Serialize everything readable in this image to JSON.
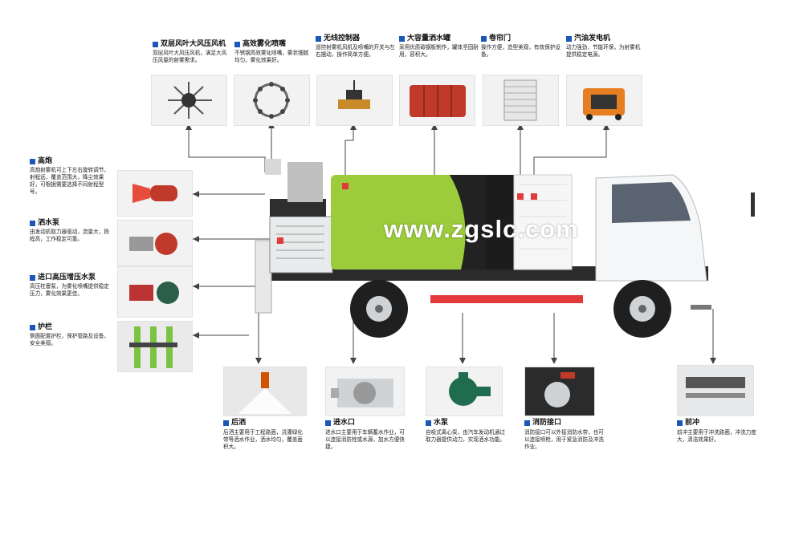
{
  "colors": {
    "accent": "#1a57b8",
    "tank_green": "#9ccc3c",
    "cab_white": "#f4f6f8",
    "chassis_dark": "#2b2b2b",
    "marker": "#e23a3a"
  },
  "watermark": "www.zgslc.com",
  "top": [
    {
      "title": "双层风叶大风压风机",
      "text": "双层风叶大风压风机，满足大风压风量的射雾需求。",
      "icon": "fan-impeller-icon"
    },
    {
      "title": "高效雾化喷嘴",
      "text": "不锈钢高效雾化喷嘴，雾状细腻均匀，雾化效果好。",
      "icon": "nozzle-ring-icon"
    },
    {
      "title": "无线控制器",
      "text": "遥控射雾机风机及喷嘴的开关与左右摆动，操作简单方便。",
      "icon": "remote-controller-icon"
    },
    {
      "title": "大容量洒水罐",
      "text": "采用优质碳钢板制作，罐体坚固耐用，容积大。",
      "icon": "water-tank-icon"
    },
    {
      "title": "卷帘门",
      "text": "操作方便，造型美观，有效保护设备。",
      "icon": "roller-door-icon"
    },
    {
      "title": "汽油发电机",
      "text": "动力强劲，节能环保，为射雾机提供稳定电源。",
      "icon": "generator-icon"
    }
  ],
  "left": [
    {
      "title": "高炮",
      "text": "高炮射雾机可上下左右旋转调节，射程远，覆盖范围大，降尘效果好，可根据需要选择不同射程型号。",
      "icon": "cannon-icon"
    },
    {
      "title": "洒水泵",
      "text": "由发动机取力器驱动，流量大，扬程高，工作稳定可靠。",
      "icon": "pump-icon"
    },
    {
      "title": "进口高压增压水泵",
      "text": "高压柱塞泵，为雾化喷嘴提供稳定压力，雾化效果更佳。",
      "icon": "pressure-pump-icon"
    },
    {
      "title": "护栏",
      "text": "侧面配置护栏，保护管路及设备，安全美观。",
      "icon": "guardrail-icon"
    }
  ],
  "bottom": [
    {
      "title": "后洒",
      "text": "后洒主要用于工程路面，浇灌绿化带等洒水作业，洒水均匀，覆盖面积大。",
      "icon": "rear-sprinkler-icon"
    },
    {
      "title": "进水口",
      "text": "进水口主要用于车辆蓄水作业，可以连接消防栓或水源，加水方便快捷。",
      "icon": "water-inlet-icon"
    },
    {
      "title": "水泵",
      "text": "自吸式离心泵，由汽车发动机通过取力器提供动力，实现洒水功能。",
      "icon": "centrifugal-pump-icon"
    },
    {
      "title": "消防接口",
      "text": "消防接口可以外接消防水带，也可以连接喷枪，用于紧急消防及冲洗作业。",
      "icon": "fire-hose-interface-icon"
    },
    {
      "title": "前冲",
      "text": "前冲主要用于冲洗路面，冲洗力度大，清洁效果好。",
      "icon": "front-flusher-icon"
    }
  ]
}
